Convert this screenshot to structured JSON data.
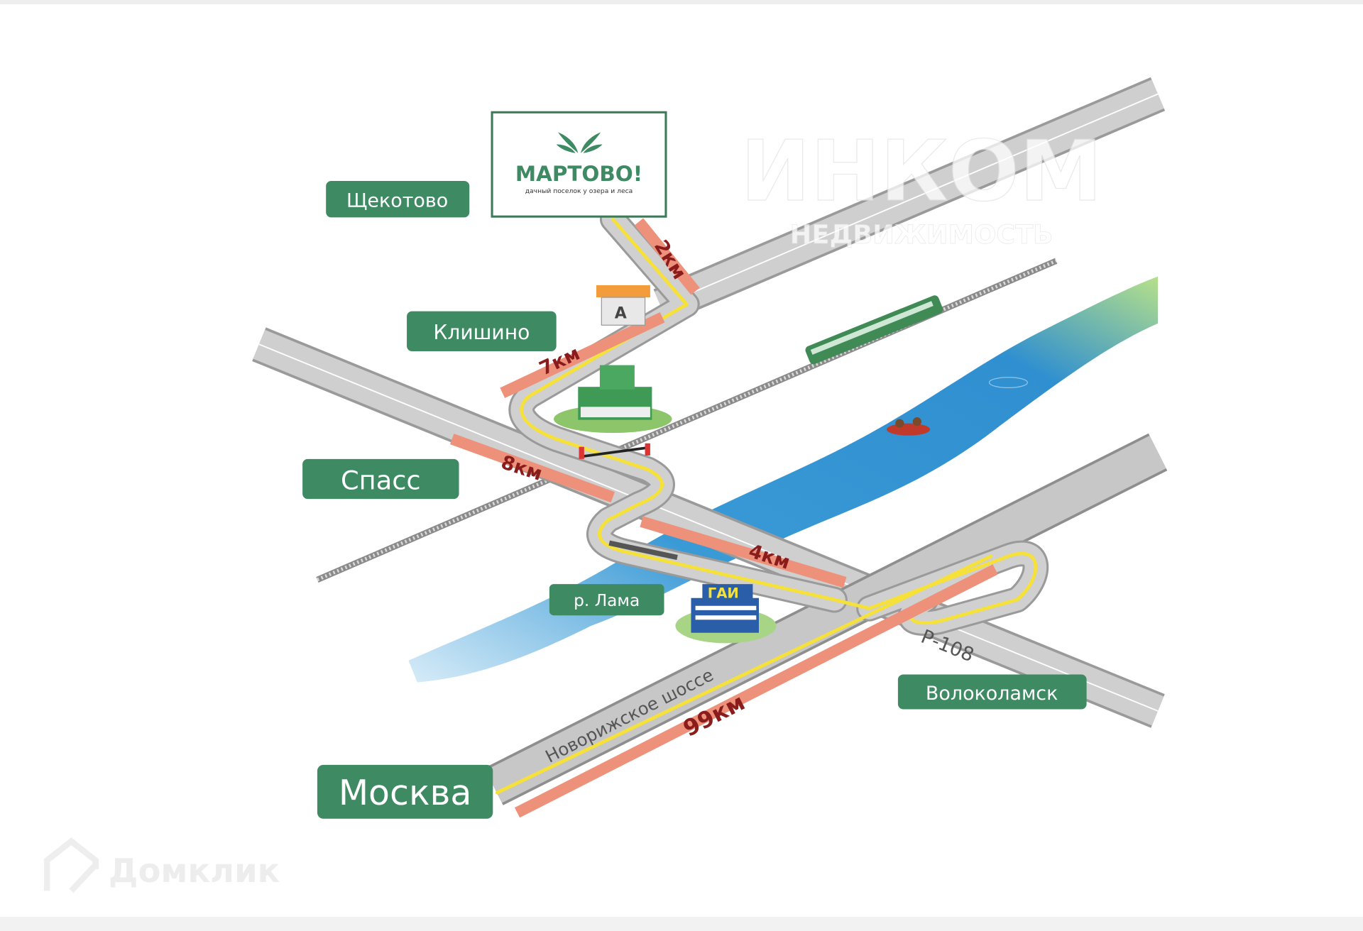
{
  "logo": {
    "name": "МАРТОВО!",
    "tagline": "дачный поселок у озера и леса"
  },
  "places": {
    "shchekotovo": "Щекотово",
    "klishino": "Клишино",
    "spass": "Спасс",
    "river": "р. Лама",
    "volokolamsk": "Волоколамск",
    "moskva": "Москва"
  },
  "roads": {
    "novorizhskoe": "Новорижское шоссе",
    "r108": "Р-108"
  },
  "distances": {
    "d2": "2км",
    "d7": "7км",
    "d8": "8км",
    "d4": "4км",
    "d99": "99км"
  },
  "signs": {
    "gai": "ГАИ",
    "bus": "А"
  },
  "watermarks": {
    "inkom": "ИНКОМ",
    "inkom_sub": "НЕДВИЖИМОСТЬ",
    "domclick": "Домклик"
  },
  "colors": {
    "label_green": "#3d8a63",
    "road": "#c8c8c8",
    "route": "#f5e13a",
    "distance": "#ee917a",
    "river": "#2f8fd0"
  }
}
